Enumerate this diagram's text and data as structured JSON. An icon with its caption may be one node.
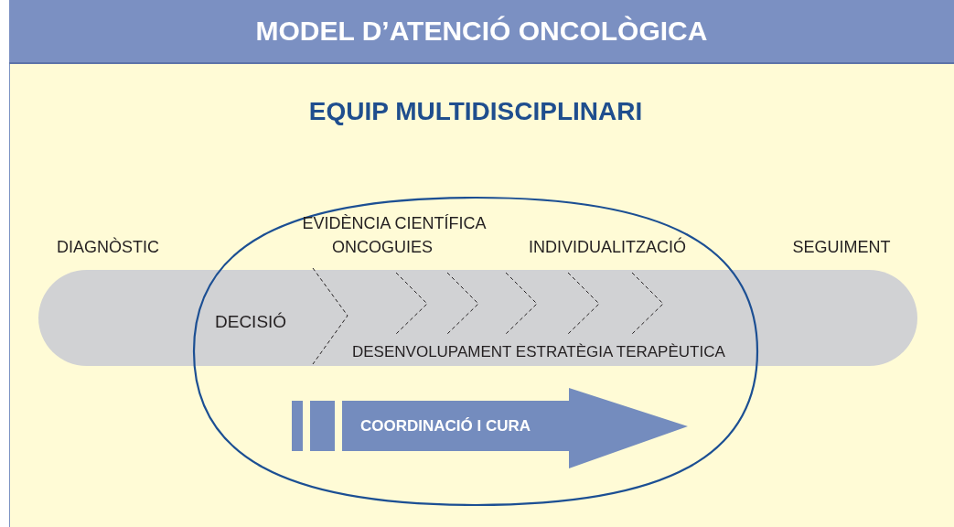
{
  "diagram": {
    "title": "MODEL D’ATENCIÓ ONCOLÒGICA",
    "nodes": [
      {
        "text": [
          "DECISIÓ",
          "DESENVOLUPAMENT ESTRATÈGIA TERAPÈUTICA"
        ]
      },
      {
        "text": [
          "COORDINACIÓ I CURA"
        ]
      }
    ],
    "labels": [
      "EQUIP MULTIDISCIPLINARI",
      "EVIDÈNCIA CIENTÍFICA",
      "DIAGNÒSTIC",
      "ONCOGUIES",
      "INDIVIDUALITZACIÓ",
      "SEGUIMENT"
    ]
  }
}
